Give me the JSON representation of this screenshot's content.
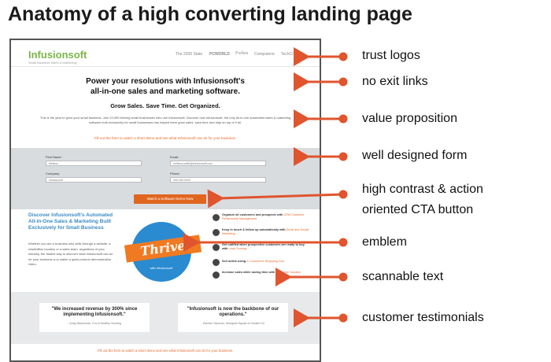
{
  "title": "Anatomy of a high converting landing page",
  "callouts": {
    "trust_logos": "trust logos",
    "no_exit_links": "no exit links",
    "value_proposition": "value proposition",
    "form": "well designed form",
    "cta_line1": "high contrast & action",
    "cta_line2": "oriented CTA button",
    "emblem": "emblem",
    "scannable": "scannable text",
    "testimonials": "customer testimonials"
  },
  "colors": {
    "accent": "#e0542e",
    "orange": "#e0661f",
    "blue": "#2a8bd1",
    "green": "#7ab648"
  },
  "page": {
    "logo": "Infusionsoft",
    "logo_sub": "Small Business Sales & Marketing",
    "trust_logos": [
      "The 2000 State",
      "PCWORLD",
      "Forbes",
      "Computerw",
      "TechCrunch"
    ],
    "headline_1": "Power your resolutions with Infusionsoft's",
    "headline_2": "all-in-one sales and marketing software.",
    "subhead": "Grow Sales. Save Time. Get Organized.",
    "body": "This is the year to grow your small business. Join 23,000 thriving small businesses who use Infusionsoft. Discover how Infusionsoft, the only all-in-one automated sales & marketing software built exclusively for small businesses has helped them grow sales, save time and stay on top of it all.",
    "fill_line": "Fill out the form to watch a short demo and see what Infusionsoft can do for your business.",
    "form": {
      "first_name_label": "First Name:",
      "first_name_value": "Melissa",
      "email_label": "Email:",
      "email_value": "melissa.smith@infusionsoft.com",
      "company_label": "Company:",
      "company_value": "Infusionsoft",
      "phone_label": "Phone:",
      "phone_value": "000-000-0000"
    },
    "cta": "Watch a Software Demo Now",
    "discover_title": "Discover Infusionsoft's Automated All-in-One Sales & Marketing Built Exclusively for Small Business",
    "discover_body": "Whether you are a business who sells through a website, a retail/office location or a sales team, regardless of your industry, the fastest way to discover what Infusionsoft can do for your business is to watch a quick product demonstration video.",
    "emblem_word": "Thrive",
    "emblem_sub": "with Infusionsoft",
    "features": [
      {
        "text": "Organize all customers and prospects with ",
        "link": "CRM Customer Relationship Management"
      },
      {
        "text": "Keep in touch & follow up automatically with ",
        "link": "Email and Social Marketing"
      },
      {
        "text": "Get notified when prospective customers are ready to buy with ",
        "link": "Lead Scoring"
      },
      {
        "text": "Sell online using ",
        "link": "E-Commerce Shopping Cart"
      },
      {
        "text": "Increase sales while saving time with ",
        "link": "All-in-One Solution"
      }
    ],
    "testimonials": [
      {
        "quote": "\"We increased revenue by 300% since implementing Infusionsoft.\"",
        "author": "- Andy Maclennan, H.A.N Healthy Vending"
      },
      {
        "quote": "\"Infusionsoft is now the backbone of our operations.\"",
        "author": "- Damien Sanchez, Mosquito Squad of Greater DC"
      }
    ],
    "bottom_link": "Fill out the form to watch a short demo and see what Infusionsoft can do for your business."
  }
}
